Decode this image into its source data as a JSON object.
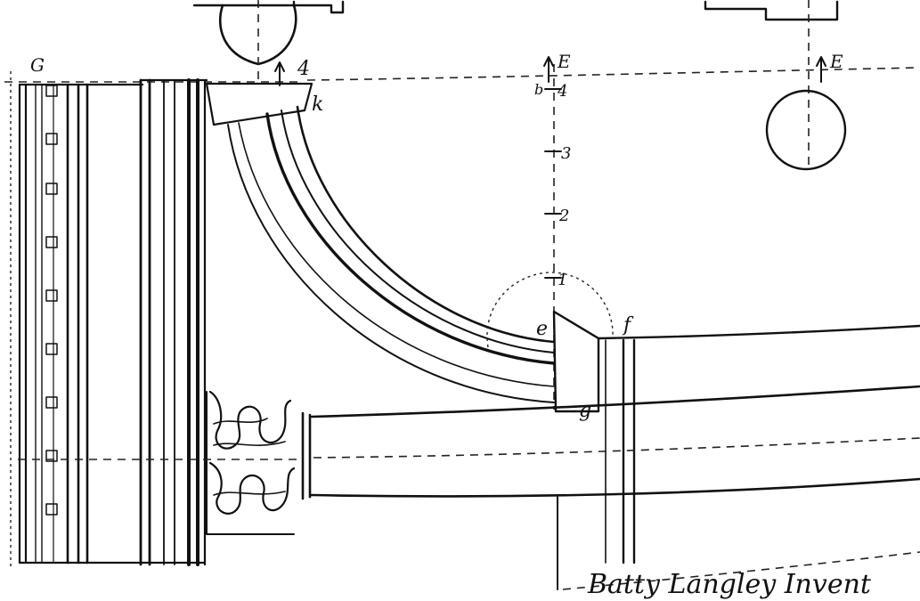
{
  "signature": "Batty Langley Invent",
  "top_labels": {
    "left_top": "G",
    "over_curve": "4",
    "mid_e": "E",
    "right_e": "E"
  },
  "curve_labels": {
    "k": "k",
    "e": "e",
    "f": "f",
    "g": "g"
  },
  "scale_numbers": [
    "4",
    "3",
    "2",
    "1"
  ],
  "scale_small": "b"
}
